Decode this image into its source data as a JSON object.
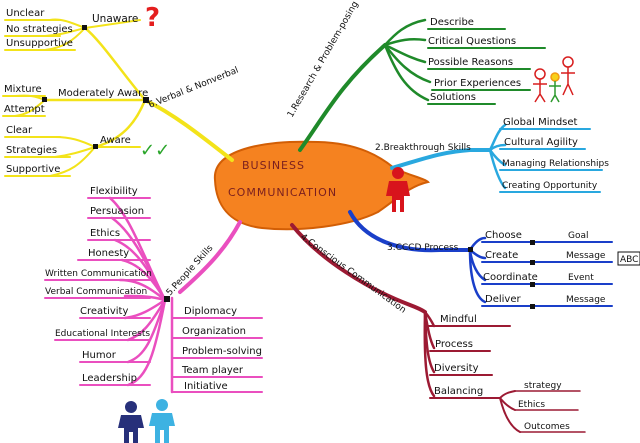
{
  "center": {
    "line1": "BUSINESS",
    "line2": "COMMUNICATION"
  },
  "branches": {
    "research": {
      "label": "1.Research & Problem-posing",
      "color": "#1f8a2a",
      "items": [
        "Describe",
        "Critical Questions",
        "Possible Reasons",
        "Prior Experiences",
        "Solutions"
      ]
    },
    "breakthrough": {
      "label": "2.Breakthrough Skills",
      "color": "#29a8df",
      "items": [
        "Global Mindset",
        "Cultural Agility",
        "Managing Relationships",
        "Creating Opportunity"
      ]
    },
    "cccd": {
      "label": "3.CCCD Process",
      "color": "#1a3fc9",
      "items": [
        "Choose",
        "Create",
        "Coordinate",
        "Deliver"
      ],
      "sub": [
        "Goal",
        "Message",
        "Event",
        "Message"
      ],
      "abc": "ABC"
    },
    "conscious": {
      "label": "4.Conscious Communication",
      "color": "#9c1a33",
      "items": [
        "Mindful",
        "Process",
        "Diversity",
        "Balancing"
      ],
      "sub": [
        "strategy",
        "Ethics",
        "Outcomes"
      ]
    },
    "people": {
      "label": "5.People Skills",
      "color": "#ea4fbf",
      "left": [
        "Flexibility",
        "Persuasion",
        "Ethics",
        "Honesty",
        "Written Communication",
        "Verbal Communication",
        "Creativity",
        "Educational Interests",
        "Humor",
        "Leadership"
      ],
      "right": [
        "Diplomacy",
        "Organization",
        "Problem-solving",
        "Team player",
        "Initiative"
      ]
    },
    "verbal": {
      "label": "6.Verbal & Nonverbal",
      "color": "#f3e31a",
      "unaware": {
        "label": "Unaware",
        "items": [
          "Unclear",
          "No strategies",
          "Unsupportive"
        ],
        "mark": "?"
      },
      "moderate": {
        "label": "Moderately Aware",
        "items": [
          "Mixture",
          "Attempt"
        ]
      },
      "aware": {
        "label": "Aware",
        "items": [
          "Clear",
          "Strategies",
          "Supportive"
        ],
        "mark": "✓✓"
      }
    }
  }
}
